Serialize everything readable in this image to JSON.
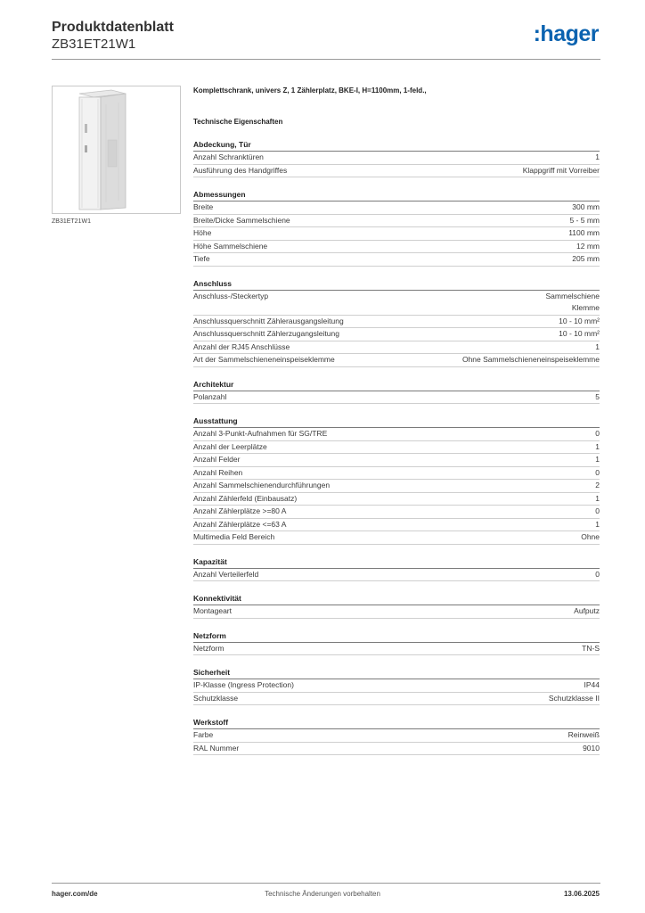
{
  "header": {
    "title": "Produktdatenblatt",
    "code": "ZB31ET21W1",
    "logo_text": ":hager",
    "logo_color": "#0b63b0"
  },
  "product": {
    "image_caption": "ZB31ET21W1",
    "description": "Komplettschrank, univers Z, 1 Zählerplatz, BKE-I, H=1100mm, 1-feld.,"
  },
  "technical_heading": "Technische Eigenschaften",
  "sections": [
    {
      "title": "Abdeckung, Tür",
      "rows": [
        {
          "label": "Anzahl Schranktüren",
          "value": "1"
        },
        {
          "label": "Ausführung des Handgriffes",
          "value": "Klappgriff mit Vorreiber"
        }
      ]
    },
    {
      "title": "Abmessungen",
      "rows": [
        {
          "label": "Breite",
          "value": "300 mm"
        },
        {
          "label": "Breite/Dicke Sammelschiene",
          "value": "5 - 5 mm"
        },
        {
          "label": "Höhe",
          "value": "1100 mm"
        },
        {
          "label": "Höhe Sammelschiene",
          "value": "12 mm"
        },
        {
          "label": "Tiefe",
          "value": "205 mm"
        }
      ]
    },
    {
      "title": "Anschluss",
      "rows": [
        {
          "label": "Anschluss-/Steckertyp",
          "value": "Sammelschiene\nKlemme"
        },
        {
          "label": "Anschlussquerschnitt Zählerausgangsleitung",
          "value": "10 - 10 mm²"
        },
        {
          "label": "Anschlussquerschnitt Zählerzugangsleitung",
          "value": "10 - 10 mm²"
        },
        {
          "label": "Anzahl der RJ45 Anschlüsse",
          "value": "1"
        },
        {
          "label": "Art der Sammelschieneneinspeiseklemme",
          "value": "Ohne Sammelschieneneinspeiseklemme"
        }
      ]
    },
    {
      "title": "Architektur",
      "rows": [
        {
          "label": "Polanzahl",
          "value": "5"
        }
      ]
    },
    {
      "title": "Ausstattung",
      "rows": [
        {
          "label": "Anzahl 3-Punkt-Aufnahmen für SG/TRE",
          "value": "0"
        },
        {
          "label": "Anzahl der Leerplätze",
          "value": "1"
        },
        {
          "label": "Anzahl Felder",
          "value": "1"
        },
        {
          "label": "Anzahl Reihen",
          "value": "0"
        },
        {
          "label": "Anzahl Sammelschienendurchführungen",
          "value": "2"
        },
        {
          "label": "Anzahl Zählerfeld (Einbausatz)",
          "value": "1"
        },
        {
          "label": "Anzahl Zählerplätze >=80 A",
          "value": "0"
        },
        {
          "label": "Anzahl Zählerplätze <=63 A",
          "value": "1"
        },
        {
          "label": "Multimedia Feld Bereich",
          "value": "Ohne"
        }
      ]
    },
    {
      "title": "Kapazität",
      "rows": [
        {
          "label": "Anzahl Verteilerfeld",
          "value": "0"
        }
      ]
    },
    {
      "title": "Konnektivität",
      "rows": [
        {
          "label": "Montageart",
          "value": "Aufputz"
        }
      ]
    },
    {
      "title": "Netzform",
      "rows": [
        {
          "label": "Netzform",
          "value": "TN-S"
        }
      ]
    },
    {
      "title": "Sicherheit",
      "rows": [
        {
          "label": "IP-Klasse (Ingress Protection)",
          "value": "IP44"
        },
        {
          "label": "Schutzklasse",
          "value": "Schutzklasse II"
        }
      ]
    },
    {
      "title": "Werkstoff",
      "rows": [
        {
          "label": "Farbe",
          "value": "Reinweiß"
        },
        {
          "label": "RAL Nummer",
          "value": "9010"
        }
      ]
    }
  ],
  "footer": {
    "website": "hager.com/de",
    "notice": "Technische Änderungen vorbehalten",
    "date": "13.06.2025"
  }
}
